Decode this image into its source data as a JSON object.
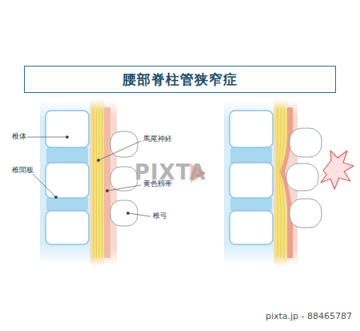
{
  "diagram": {
    "title": "腰部脊柱管狭窄症",
    "labels": [
      "椎体",
      "椎間板",
      "馬尾神経",
      "黄色靱帯",
      "椎弓",
      "PIXTA",
      "pixta.jp - 88465787"
    ]
  }
}
